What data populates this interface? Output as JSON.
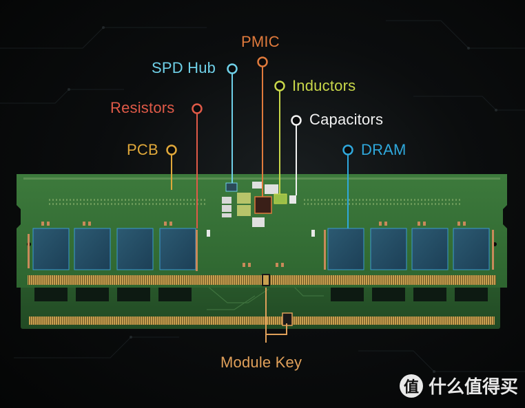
{
  "labels": {
    "pmic": "PMIC",
    "spd_hub": "SPD Hub",
    "inductors": "Inductors",
    "resistors": "Resistors",
    "capacitors": "Capacitors",
    "pcb": "PCB",
    "dram": "DRAM",
    "module_key": "Module Key"
  },
  "colors": {
    "pmic": "#e07a3c",
    "spd_hub": "#6fd0e8",
    "inductors": "#c9d84a",
    "resistors": "#e05a48",
    "capacitors": "#f2f2f2",
    "pcb": "#e0a83a",
    "dram": "#2fa8dc",
    "module_key": "#e0a05a"
  },
  "watermark": {
    "text": "什么值得买",
    "logo_char": "值"
  }
}
